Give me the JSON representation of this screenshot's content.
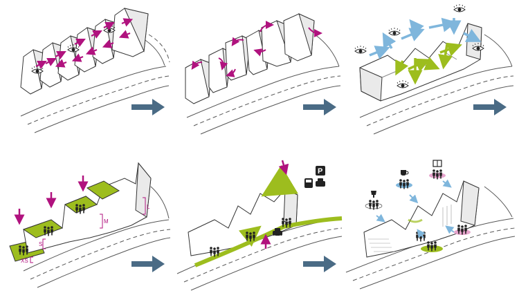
{
  "colors": {
    "arrow": "#4a6b85",
    "magenta": "#b0127e",
    "green": "#9dbd1e",
    "blue": "#7fb6dc",
    "pink": "#e6a3cc",
    "line": "#333333",
    "road": "#555555",
    "shade": "#e6e6e6"
  },
  "panels": [
    {
      "id": "1",
      "label": ""
    },
    {
      "id": "2",
      "label": ""
    },
    {
      "id": "3",
      "label": ""
    },
    {
      "id": "4",
      "label": ""
    },
    {
      "id": "5",
      "label": ""
    },
    {
      "id": "6",
      "label": ""
    }
  ],
  "size_labels": {
    "xs": "XS",
    "s": "S",
    "m": "M",
    "l": "L"
  },
  "parking_label": "P",
  "icons": [
    "eye-icon",
    "rotate-arrow-icon",
    "view-arrow-icon",
    "down-arrow-icon",
    "bus-icon",
    "car-icon",
    "parking-sign-icon",
    "people-icon",
    "cafe-icon",
    "book-icon",
    "lamp-icon",
    "process-arrow-icon"
  ]
}
